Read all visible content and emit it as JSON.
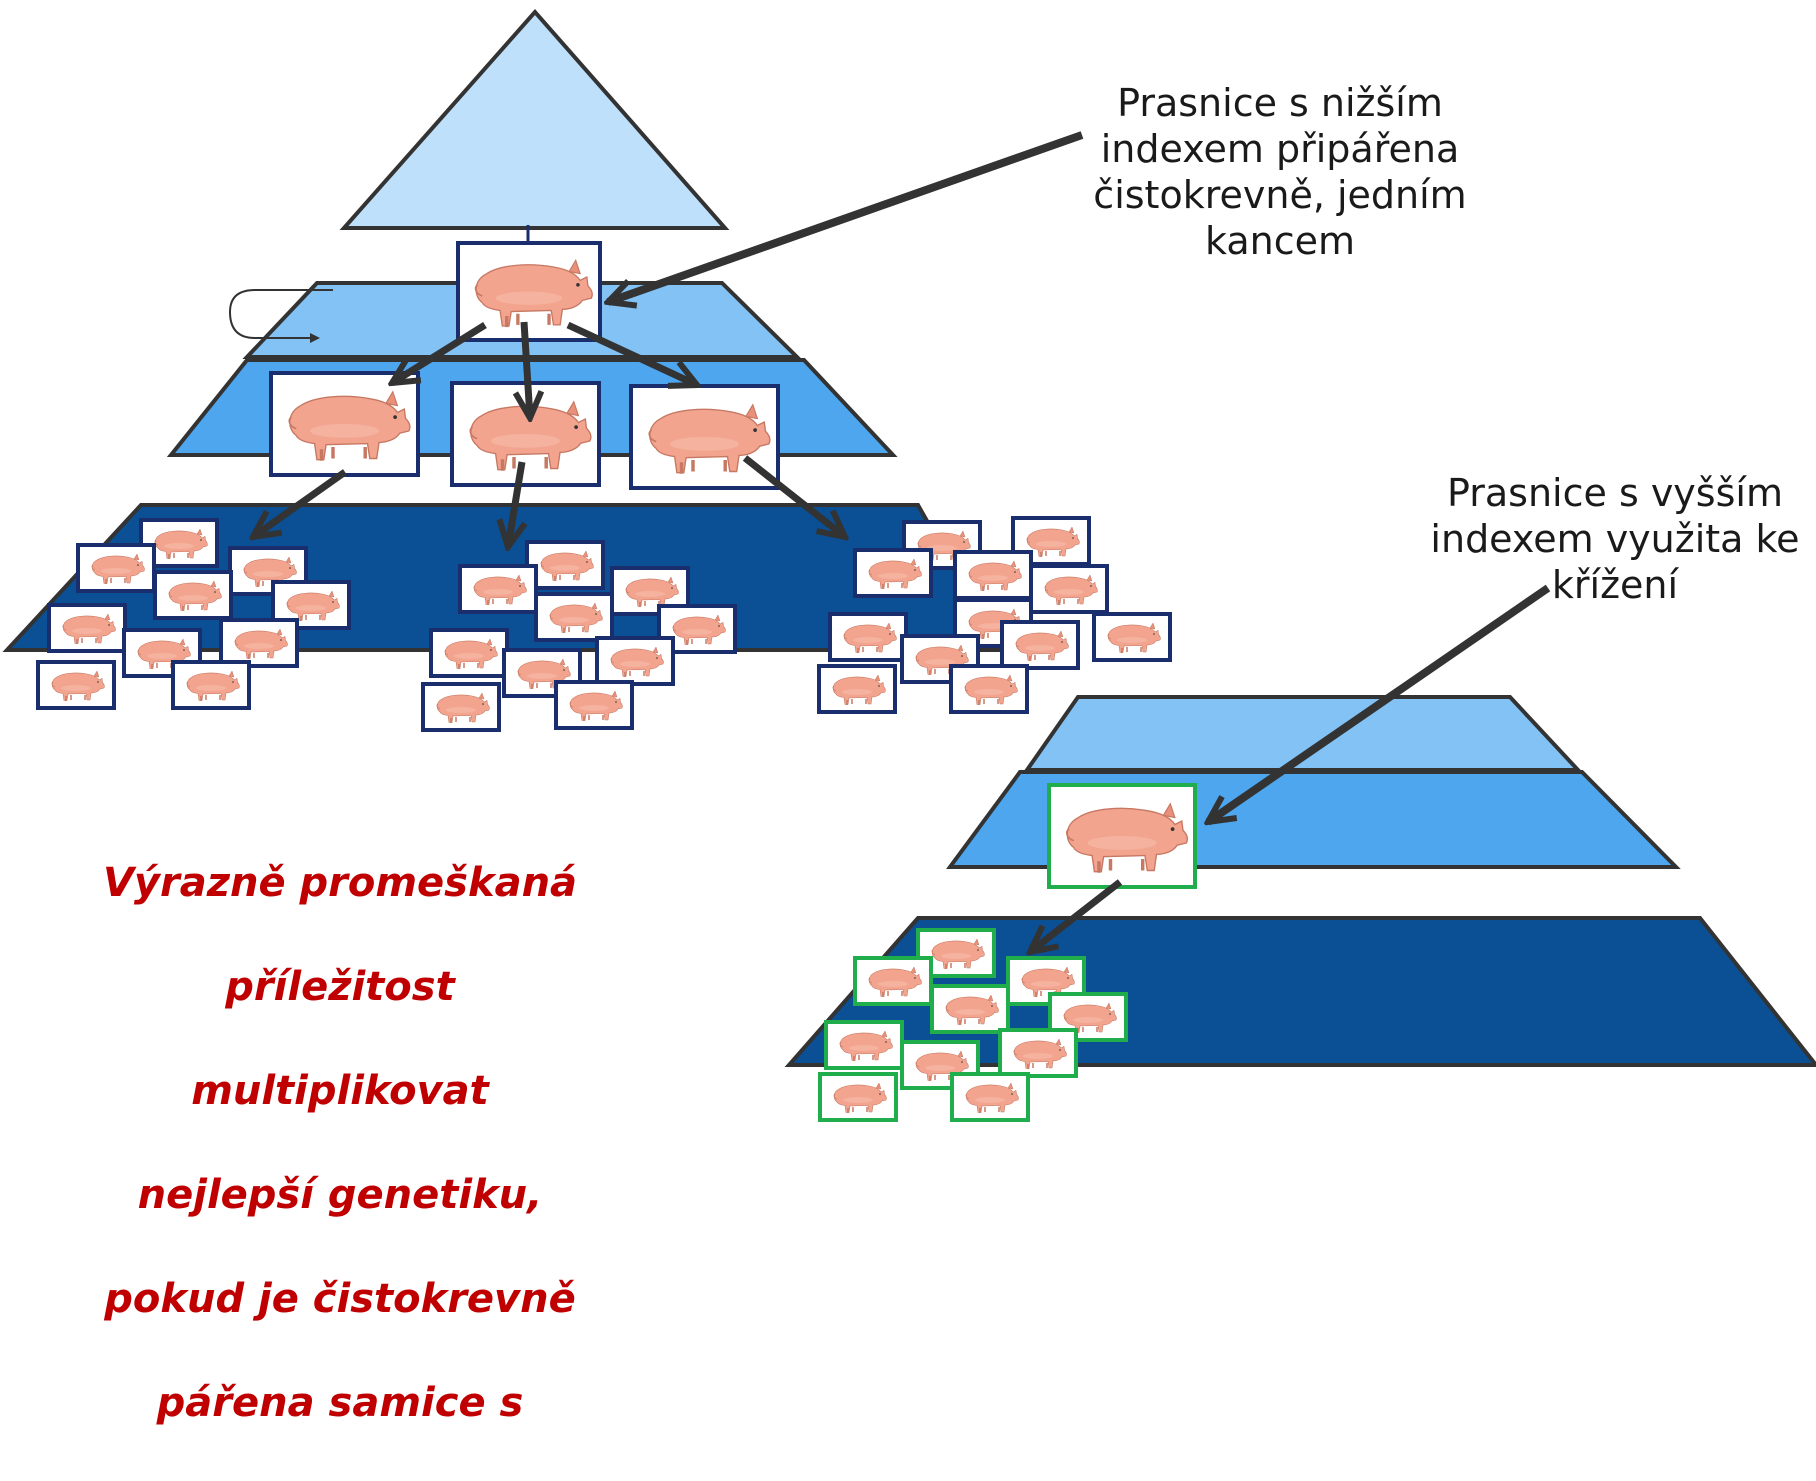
{
  "labels": {
    "low_index": [
      "Prasnice s nižším",
      "indexem připářena",
      "čistokrevně, jedním",
      "kancem"
    ],
    "high_index": [
      "Prasnice s vyšším",
      "indexem využita ke",
      "křížení"
    ],
    "missed_opportunity": [
      "Výrazně promeškaná",
      "příležitost",
      "multiplikovat",
      "nejlepší genetiku,",
      "pokud je čistokrevně",
      "pářena samice s"
    ]
  },
  "colors": {
    "tier_top": "#bfe0fb",
    "tier_2": "#82c2f5",
    "tier_3": "#4da6ee",
    "tier_base": "#0b4f94",
    "outline": "#333333",
    "arrow": "#333333",
    "frame_purebred": "#1a2e6e",
    "frame_crossbred": "#1fae4b",
    "emphasis_text": "#c00000"
  },
  "icons": {
    "pig": "pig-icon",
    "loop": "loop-arrow-icon"
  }
}
